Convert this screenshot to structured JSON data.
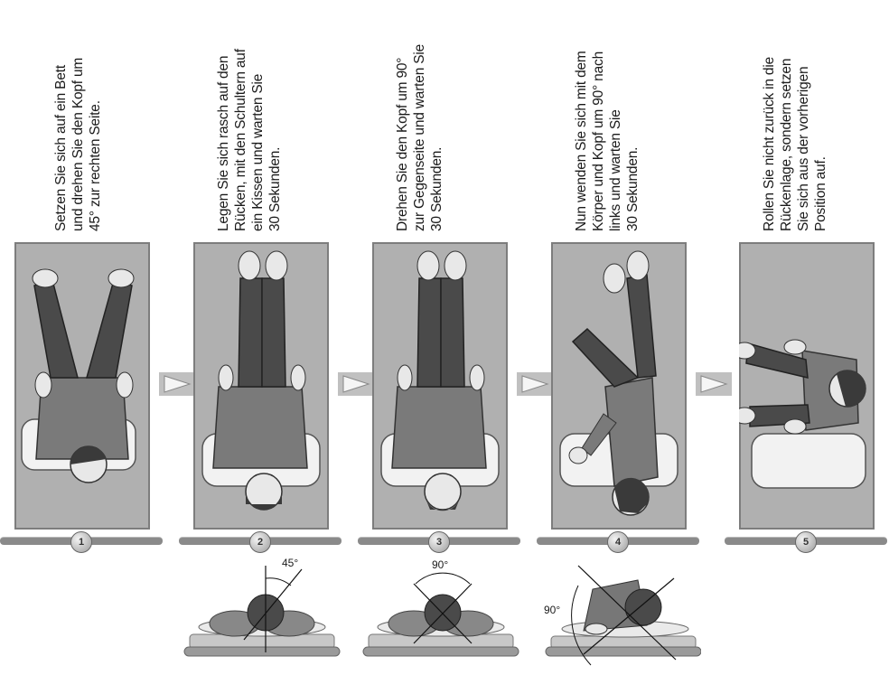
{
  "steps": [
    {
      "number": "1",
      "caption": [
        "Setzen Sie sich auf ein Bett",
        "und drehen Sie den Kopf um",
        "45° zur rechten Seite."
      ]
    },
    {
      "number": "2",
      "caption": [
        "Legen Sie sich rasch auf den",
        "Rücken, mit den Schultern auf",
        "ein Kissen und warten Sie",
        "30 Sekunden."
      ]
    },
    {
      "number": "3",
      "caption": [
        "Drehen Sie den Kopf um 90°",
        "zur Gegenseite und warten Sie",
        "30 Sekunden."
      ]
    },
    {
      "number": "4",
      "caption": [
        "Nun wenden Sie sich mit dem",
        "Körper und Kopf um 90° nach",
        "links und warten Sie",
        "30 Sekunden."
      ]
    },
    {
      "number": "5",
      "caption": [
        "Rollen Sie nicht zurück in die",
        "Rückenlage, sondern setzen",
        "Sie sich aus der vorherigen",
        "Position auf."
      ]
    }
  ],
  "details": [
    {
      "angle": "45°"
    },
    {
      "angle": "90°"
    },
    {
      "angle": "90°"
    }
  ],
  "colors": {
    "panel": "#b0b0b0",
    "body_dark": "#4a4a4a",
    "shirt": "#7a7a7a",
    "skin": "#e8e8e8",
    "pillow": "#f2f2f2"
  }
}
